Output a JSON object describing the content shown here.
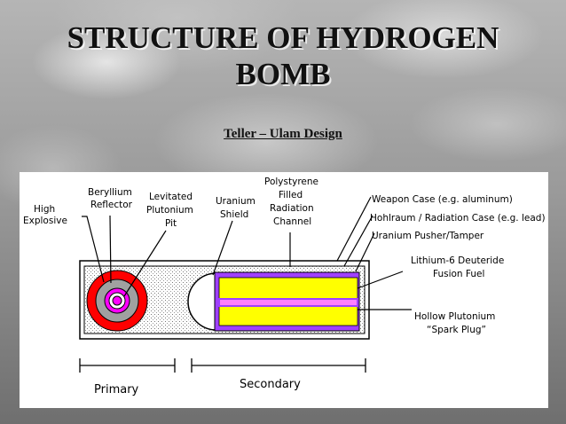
{
  "slide": {
    "title_line1": "STRUCTURE OF HYDROGEN",
    "title_line2": "BOMB",
    "subtitle": "Teller – Ulam  Design"
  },
  "diagram": {
    "labels": {
      "high_explosive_1": "High",
      "high_explosive_2": "Explosive",
      "beryllium_1": "Beryllium",
      "beryllium_2": "Reflector",
      "levitated_1": "Levitated",
      "levitated_2": "Plutonium",
      "levitated_3": "Pit",
      "uranium_shield_1": "Uranium",
      "uranium_shield_2": "Shield",
      "polystyrene_1": "Polystyrene",
      "polystyrene_2": "Filled",
      "polystyrene_3": "Radiation",
      "polystyrene_4": "Channel",
      "weapon_case": "Weapon Case (e.g. aluminum)",
      "hohlraum": "Hohlraum / Radiation Case (e.g. lead)",
      "uranium_pusher": "Uranium Pusher/Tamper",
      "lithium_1": "Lithium-6 Deuteride",
      "lithium_2": "Fusion Fuel",
      "hollow_1": "Hollow Plutonium",
      "hollow_2": "“Spark Plug”",
      "primary": "Primary",
      "secondary": "Secondary"
    },
    "colors": {
      "high_explosive": "#ff0000",
      "beryllium": "#a0a0a0",
      "plutonium": "#ff00ff",
      "fusion_fuel": "#ffff00",
      "tamper": "#a040ff",
      "spark_plug": "#ff80ff",
      "channel": "#e8e8e8"
    }
  }
}
